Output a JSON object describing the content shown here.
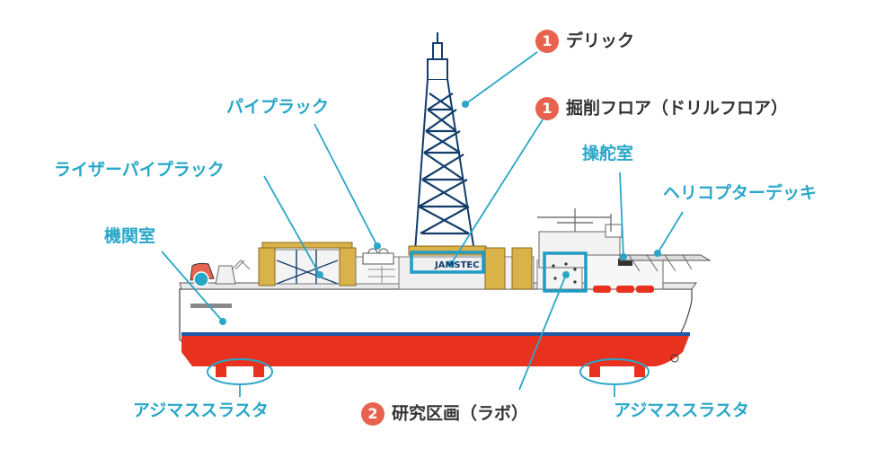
{
  "colors": {
    "label": "#2aa7c8",
    "label_dark": "#333333",
    "badge": "#e8634f",
    "hull_red": "#e8321f",
    "hull_blue": "#1f5aa8",
    "structure_yellow": "#d9b24a",
    "derrick_blue": "#123d6b"
  },
  "ship": {
    "logo_text": "JAMSTEC"
  },
  "labels": {
    "derrick": {
      "badge": "1",
      "text": "デリック"
    },
    "drill_floor": {
      "badge": "1",
      "text": "掘削フロア（ドリルフロア）"
    },
    "pipe_rack": {
      "text": "パイプラック"
    },
    "riser_pipe_rack": {
      "text": "ライザーパイプラック"
    },
    "bridge": {
      "text": "操舵室"
    },
    "helideck": {
      "text": "ヘリコプターデッキ"
    },
    "engine_room": {
      "text": "機関室"
    },
    "lab": {
      "badge": "2",
      "text": "研究区画（ラボ）"
    },
    "thruster_left": {
      "text": "アジマススラスタ"
    },
    "thruster_right": {
      "text": "アジマススラスタ"
    }
  }
}
